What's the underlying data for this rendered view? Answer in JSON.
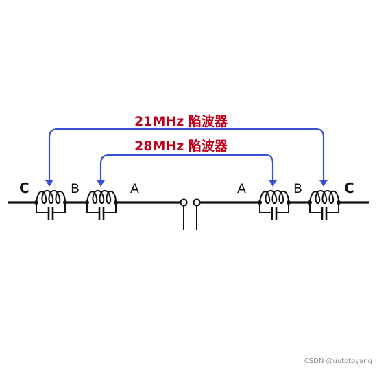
{
  "labels": {
    "trap_21": "21MHz 陷波器",
    "trap_28": "28MHz 陷波器",
    "left_c": "C",
    "left_b": "B",
    "left_a": "A",
    "right_a": "A",
    "right_b": "B",
    "right_c": "C"
  },
  "colors": {
    "arrow": "#3a4fd8",
    "label_red": "#c0001a",
    "wire": "#111111"
  },
  "watermark": "CSDN @uutotoyang"
}
